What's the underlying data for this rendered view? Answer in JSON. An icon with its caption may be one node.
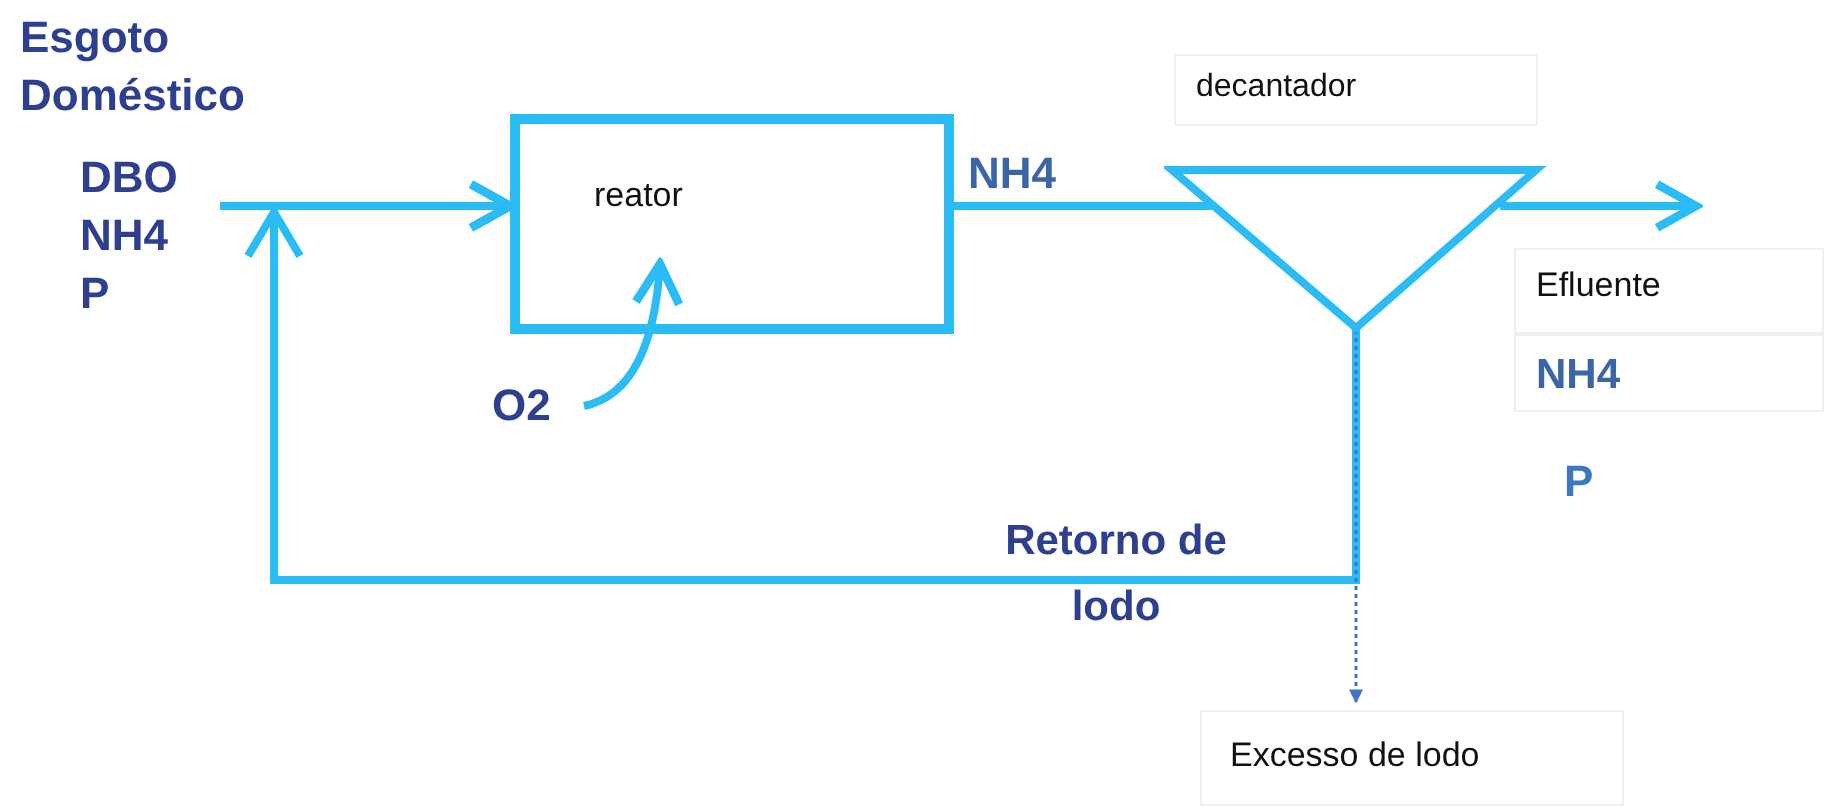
{
  "diagram": {
    "nodes": [
      {
        "text": [
          "DBO NH4 P"
        ]
      },
      {
        "text": [
          "reator"
        ]
      },
      {
        "text": [
          "O2"
        ]
      },
      {
        "text": [
          "decantador"
        ]
      },
      {
        "text": [
          "Excesso de lodo"
        ]
      }
    ],
    "edges": [
      {
        "from": 0,
        "to": 1,
        "arrow": "to"
      },
      {
        "from": 2,
        "to": 1,
        "arrow": "to"
      },
      {
        "from": 1,
        "to": 3,
        "arrow": "none",
        "label": "NH4"
      },
      {
        "from": 3,
        "to": null,
        "arrow": "to"
      },
      {
        "from": 3,
        "to": 1,
        "arrow": "to",
        "label": "Retorno de lodo"
      },
      {
        "from": 3,
        "to": 4,
        "arrow": "to",
        "style": "dashed",
        "color": "#4472c4"
      }
    ],
    "labels": [
      "Esgoto Doméstico",
      "Efluente",
      "NH4",
      "P"
    ]
  }
}
